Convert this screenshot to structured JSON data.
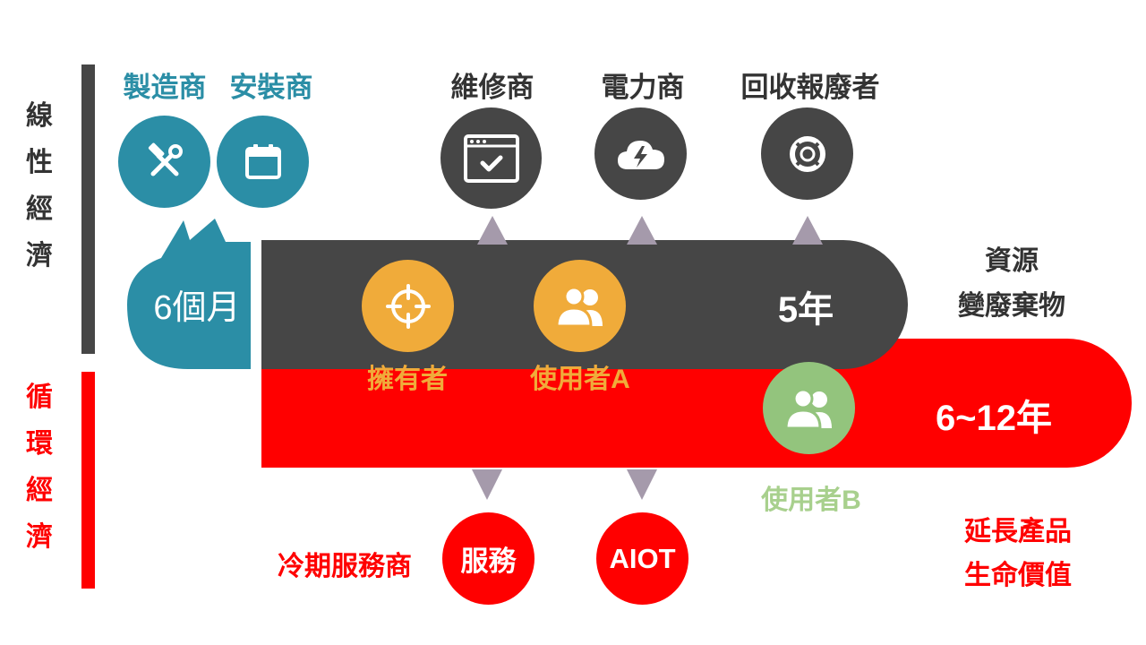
{
  "linear": {
    "label_chars": [
      "線",
      "性",
      "經",
      "濟"
    ],
    "duration": "5年",
    "manufacturer": "製造商",
    "installer": "安裝商",
    "repairer": "維修商",
    "power": "電力商",
    "recycler": "回收報廢者",
    "result_line1": "資源",
    "result_line2": "變廢棄物",
    "owner": "擁有者",
    "user_a": "使用者A"
  },
  "circular": {
    "label_chars": [
      "循",
      "環",
      "經",
      "濟"
    ],
    "duration": "6~12年",
    "user_b": "使用者B",
    "cold_service_provider": "冷期服務商",
    "service": "服務",
    "aiot": "AIOT",
    "result_line1": "延長產品",
    "result_line2": "生命價值"
  },
  "start": {
    "duration": "6個月"
  },
  "colors": {
    "teal": "#2b8ea6",
    "dark": "#464646",
    "red": "#ff0000",
    "orange": "#f0ab3a",
    "green": "#93c47d",
    "arrow": "#a59aab"
  }
}
